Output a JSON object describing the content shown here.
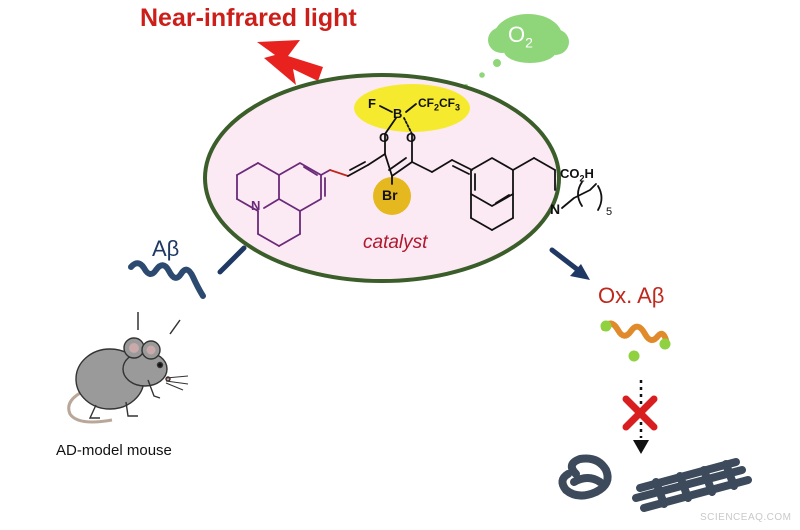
{
  "title": "Near-infrared light",
  "oxygen": {
    "symbol": "O",
    "subscript": "2"
  },
  "catalyst_label": "catalyst",
  "abeta_label": "Aβ",
  "ox_abeta_label": "Ox. Aβ",
  "mouse_label": "AD-model mouse",
  "watermark": "SCIENCEAQ.COM",
  "molecule": {
    "fluoro": "F",
    "boron": "B",
    "boron_group": "CF2CF3",
    "oxygen_left": "O",
    "oxygen_right": "O",
    "bromine": "Br",
    "nitrogen_left": "N",
    "nitrogen_right": "N",
    "acid": "CO2H",
    "chain_count": "5"
  },
  "colors": {
    "title": "#cc1f1a",
    "lightning": "#e8231f",
    "cloud": "#8fd67a",
    "ellipse_fill": "#fbeaf3",
    "ellipse_border": "#3a5d2a",
    "arrow": "#1f3864",
    "abeta": "#2c4a70",
    "ox_abeta_label": "#c0281c",
    "ox_abeta_peptide": "#e08a2c",
    "ox_abeta_dots": "#8fd13f",
    "julolidine": "#6b2a7a",
    "boron_highlight": "#f5ea2e",
    "bromine_highlight": "#e6b820",
    "block_cross": "#d81e1e",
    "aggregates": "#3d4a5c",
    "mouse": "#9a9a9a"
  },
  "icons": [
    "lightning-icon",
    "oxygen-cloud-icon",
    "mouse-icon",
    "block-cross-icon",
    "aggregate-icon"
  ]
}
